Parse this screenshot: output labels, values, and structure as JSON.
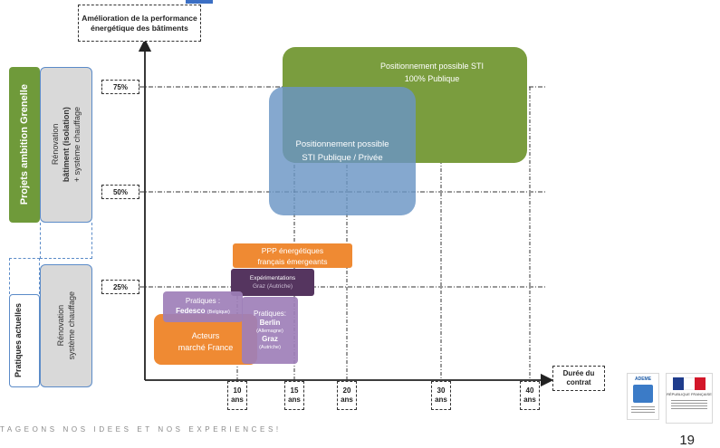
{
  "diagram": {
    "y_axis_title": "Amélioration de la performance énergétique des bâtiments",
    "x_axis_title": "Durée du contrat",
    "y_ticks": [
      "75%",
      "50%",
      "25%"
    ],
    "x_ticks": [
      "10 ans",
      "15 ans",
      "20 ans",
      "30 ans",
      "40 ans"
    ],
    "side_labels": {
      "projets_ambition": "Projets ambition Grenelle",
      "renovation_batiment_line1": "Rénovation",
      "renovation_batiment_line2": "bâtiment (isolation)",
      "renovation_batiment_line3": "+ système chauffage",
      "pratiques_actuelles": "Pratiques actuelles",
      "renovation_systeme_line1": "Rénovation",
      "renovation_systeme_line2": "système chauffage"
    },
    "regions": {
      "sti_publique_line1": "Positionnement possible STI",
      "sti_publique_line2": "100% Publique",
      "sti_mixte_line1": "Positionnement possible",
      "sti_mixte_line2": "STI Publique / Privée",
      "ppp_line1": "PPP énergétiques",
      "ppp_line2": "français émergeants",
      "experimentations_line1": "Expérimentations",
      "experimentations_line2": "Graz (Autriche)",
      "fedesco_line1": "Pratiques :",
      "fedesco_line2": "Fedesco",
      "fedesco_line2_small": "(Belgique)",
      "acteurs_line1": "Acteurs",
      "acteurs_line2": "marché France",
      "berlin_line1": "Pratiques:",
      "berlin_line2": "Berlin",
      "berlin_line3": "(Allemagne)",
      "berlin_line4": "Graz",
      "berlin_line5": "(Autriche)"
    },
    "colors": {
      "green": "#7a9d3e",
      "blue": "#6a95c4",
      "orange": "#ef8a33",
      "purple": "#9e7fb8",
      "dark_purple": "#55355f",
      "side_green": "#6f9a3a",
      "side_gray": "#d9d9d9",
      "side_border": "#5b8bc8"
    }
  },
  "footer": {
    "slogan": "TAGEONS NOS IDEES ET NOS EXPERIENCES!",
    "page_number": "19"
  },
  "logos": {
    "ademe": "ADEME",
    "republique": "RÉPUBLIQUE FRANÇAISE"
  }
}
